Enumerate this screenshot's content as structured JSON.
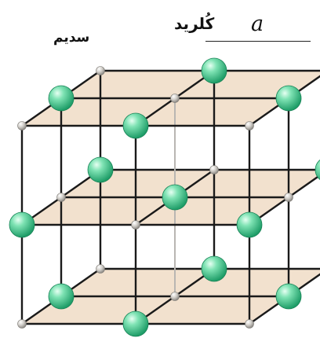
{
  "labels": {
    "sodium": "سدیم",
    "chloride": "کُلرید",
    "lattice_constant": "a"
  },
  "colors": {
    "plane_fill": "#f0dcc6",
    "edge_dark": "#1a1a1a",
    "edge_light": "#b9b6b2",
    "chloride_ion": "#57d29a",
    "sodium_ion": "#c9c6c1"
  },
  "icons": {
    "sodium": "small-gray-sphere",
    "chloride": "large-green-sphere"
  }
}
